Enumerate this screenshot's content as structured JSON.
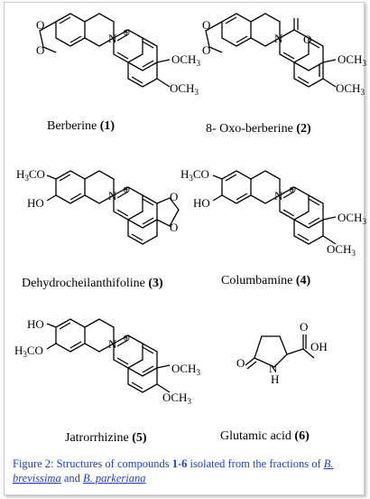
{
  "compounds": [
    {
      "name": "Berberine",
      "number": "(1)"
    },
    {
      "name": "8- Oxo-berberine",
      "number": "(2)"
    },
    {
      "name": "Dehydrocheilanthifoline",
      "number": "(3)"
    },
    {
      "name": "Columbamine",
      "number": "(4)"
    },
    {
      "name": "Jatrorrhizine",
      "number": "(5)"
    },
    {
      "name": "Glutamic acid",
      "number": "(6)"
    }
  ],
  "labels": {
    "ome": "OCH",
    "h3co": "H",
    "sub3": "3",
    "co": "CO",
    "ho": "HO",
    "oh": "OH",
    "o": "O",
    "n": "N",
    "h": "H",
    "plus": "⊕"
  },
  "caption": {
    "prefix": "Figure 2: Structures of compounds ",
    "range": "1-6",
    "mid": " isolated from the fractions of ",
    "species1": "B. brevissima",
    "and": " and ",
    "species2": "B. parkeriana"
  }
}
